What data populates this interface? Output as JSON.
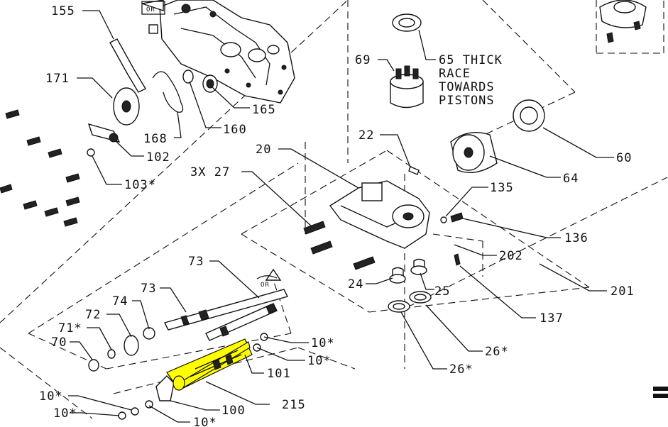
{
  "diagram": {
    "labels": {
      "l155": "155",
      "l171": "171",
      "l165": "165",
      "l160": "160",
      "l168": "168",
      "l102": "102",
      "l103": "103*",
      "l69": "69",
      "l65a": "65 THICK",
      "l65b": "RACE",
      "l65c": "TOWARDS",
      "l65d": "PISTONS",
      "l60": "60",
      "l64": "64",
      "l22": "22",
      "l20": "20",
      "l27": "3X 27",
      "l135": "135",
      "l136": "136",
      "l202": "202",
      "l201": "201",
      "l137": "137",
      "l24": "24",
      "l25": "25",
      "l26a": "26*",
      "l26b": "26*",
      "l73a": "73",
      "l73b": "73",
      "l74": "74",
      "l72": "72",
      "l71": "71*",
      "l70": "70",
      "l10a": "10*",
      "l10b": "10*",
      "l10c": "10*",
      "l10d": "10*",
      "l10e": "10*",
      "l101": "101",
      "l100": "100",
      "l215": "215",
      "or1": "OR",
      "or2": "OR"
    },
    "highlight_color": "#ffff00"
  }
}
